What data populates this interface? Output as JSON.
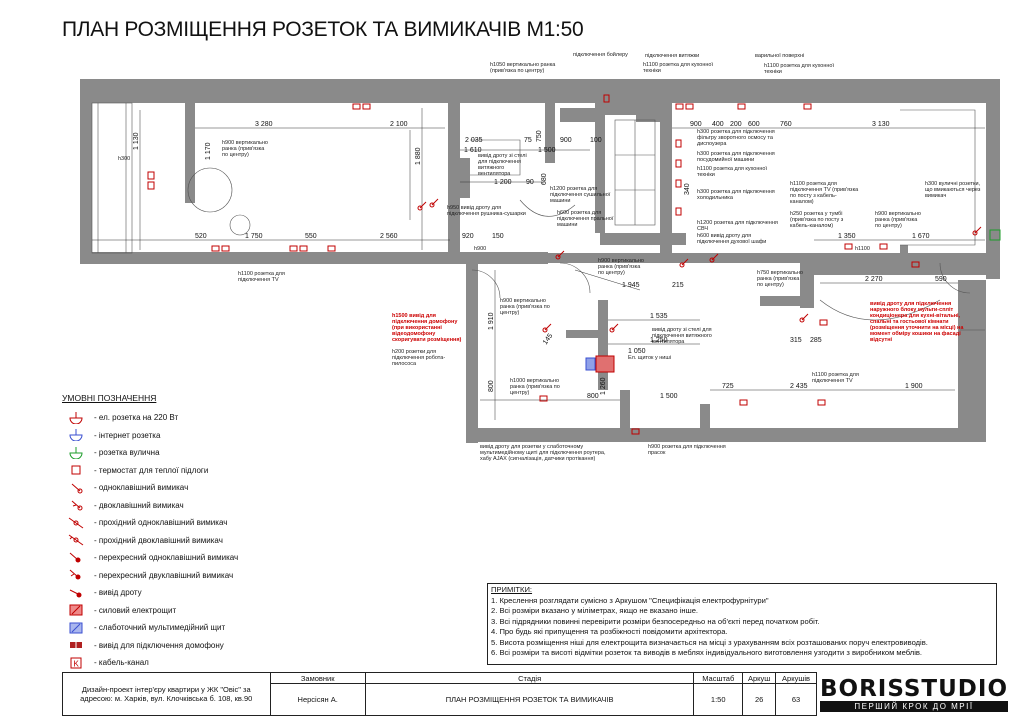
{
  "sheet_title": "ПЛАН РОЗМІЩЕННЯ РОЗЕТОК ТА ВИМИКАЧІВ М1:50",
  "plan": {
    "dimensions": [
      "3 280",
      "2 100",
      "1 130",
      "1 170",
      "1 880",
      "2 035",
      "1 610",
      "1 500",
      "1 200",
      "90",
      "680",
      "750",
      "900",
      "100",
      "75",
      "520",
      "1 750",
      "550",
      "2 560",
      "920",
      "150",
      "900",
      "400",
      "200",
      "600",
      "760",
      "3 130",
      "1 350",
      "1 670",
      "2 270",
      "590",
      "1 945",
      "215",
      "1 535",
      "1 250",
      "1 050",
      "1 260",
      "800",
      "1 500",
      "725",
      "2 435",
      "1 900",
      "1 910",
      "800",
      "315",
      "285",
      "340",
      "145"
    ],
    "annotations": {
      "a1": "h1050 вертикально ранка (прив'язка по центру)",
      "a2": "підключення бойлеру",
      "a3": "підключення витяжки",
      "a4": "h1100 розетка для кухонної техніки",
      "a5": "варильної поверхні",
      "a6": "h1100 розетка для кухонної техніки",
      "a7": "h900 вертикально ранка (прив'язка по центру)",
      "a8": "вивід дроту зі стелі для підключення витяжного вентилятора",
      "a9": "h1200 розетка для підключення сушильної машини",
      "a10": "h600 розетка для підключення пральної машини",
      "a11": "h950 вивід дроту для підключення рушника-сушарки",
      "a12": "h300 розетка для підключення фільтру зворотного осмосу та диспоузера",
      "a13": "h300 розетка для підключення посудомийної машини",
      "a14": "h1100 розетка для кухонної техніки",
      "a15": "h300 розетка для підключення холодильника",
      "a16": "h1200 розетка для підключення СВЧ",
      "a17": "h600 вивід дроту для підключення духової шафи",
      "a18": "h1100 розетка для підключення TV (прив'язка по посту з кабель-каналом)",
      "a19": "h250 розетка у тумбі (прив'язка по посту з кабель-каналом)",
      "a20": "h300 вуличні розетки, що вмикаються через вимикач",
      "a21": "h900 вертикально ранка (прив'язка по центру)",
      "a22": "h900 вертикально ранка (прив'язка по центру)",
      "a23": "h750 вертикально ранка (прив'язка по центру)",
      "a24": "вивід дроту для підключення наружного блоку мульти-спліт кондиціонера для кухні-вітальні, спальні та гостьової кімнати (розміщення уточнити на місці) на момент обміру кошики на фасаді відсутні",
      "a25": "h1100 розетка для підключення TV",
      "a26": "h900 вертикально ранка (прив'язка по центру)",
      "a27": "h1500 вивід для підключення домофону (при використанні відеодомофону скоригувати розміщення)",
      "a28": "h200 розетки для підключення робота-пилососа",
      "a29": "вивід дроту зі стелі для підключення витяжного вентилятора",
      "a30": "Ел. щиток у ниші",
      "a31": "h1000 вертикально ранка (прив'язка по центру)",
      "a32": "вивід дроту для розетки у слаботочному мультимедійному щиті для підключення роутера, хабу AJAX (сигналізація, датчики протікання)",
      "a33": "h900 розетка для підключення прасок",
      "a34": "h1100 розетка для підключення TV",
      "a35": "h300",
      "a36": "h900",
      "a37": "h1100"
    }
  },
  "legend": {
    "title": "УМОВНІ ПОЗНАЧЕННЯ",
    "items": [
      {
        "label": "- ел. розетка на 220 Вт",
        "icon": "socket-icon",
        "color": "#c00000"
      },
      {
        "label": "- інтернет розетка",
        "icon": "internet-socket-icon",
        "color": "#3a4fd0"
      },
      {
        "label": "- розетка вулична",
        "icon": "outdoor-socket-icon",
        "color": "#1c9c2a"
      },
      {
        "label": "- термостат для теплої підлоги",
        "icon": "thermostat-icon",
        "color": "#c00000"
      },
      {
        "label": "- одноклавішний вимикач",
        "icon": "single-switch-icon",
        "color": "#c00000"
      },
      {
        "label": "- двоклавішний вимикач",
        "icon": "double-switch-icon",
        "color": "#c00000"
      },
      {
        "label": "- прохідний одноклавішний вимикач",
        "icon": "pass-single-switch-icon",
        "color": "#c00000"
      },
      {
        "label": "- прохідний двоклавішний вимикач",
        "icon": "pass-double-switch-icon",
        "color": "#c00000"
      },
      {
        "label": "- перехресний одноклавішний вимикач",
        "icon": "cross-single-switch-icon",
        "color": "#c00000"
      },
      {
        "label": "- перехресний двуклавішний вимикач",
        "icon": "cross-double-switch-icon",
        "color": "#c00000"
      },
      {
        "label": "- вивід дроту",
        "icon": "wire-outlet-icon",
        "color": "#c00000"
      },
      {
        "label": "- силовий електрощит",
        "icon": "power-panel-icon",
        "color": "#c00000"
      },
      {
        "label": "- слаботочний мультимедійний щит",
        "icon": "media-panel-icon",
        "color": "#3a4fd0"
      },
      {
        "label": "- вивід для підключення домофону",
        "icon": "intercom-icon",
        "color": "#c00000"
      },
      {
        "label": "- кабель-канал",
        "icon": "cable-channel-icon",
        "color": "#c00000"
      }
    ]
  },
  "notes": {
    "title": "ПРИМІТКИ:",
    "items": [
      "1. Креслення розглядати сумісно з Аркушом \"Специфікація електрофурнітури\"",
      "2. Всі розміри вказано у міліметрах, якщо не вказано інше.",
      "3. Всі підрядники повинні перевірити розміри безпосередньо на об'єкті перед початком робіт.",
      "4. Про будь які припущення та розбіжності повідомити архітектора.",
      "5. Висота розміщення ніші для електрощита визначається на місці з урахуванням всіх розташованих поруч електровиводів.",
      "6. Всі розміри та висоті відмітки розеток та виводів в меблях індивідуального виготовлення узгодити з виробником меблів."
    ]
  },
  "stamp": {
    "project": "Дизайн-проект інтер'єру квартири у ЖК \"Овіс\" за адресою: м. Харків, вул. Клочківська б. 108, кв.90",
    "client_label": "Замовник",
    "client": "Нерсісян А.",
    "stage_label": "Стадія",
    "stage": "ПЛАН РОЗМІЩЕННЯ РОЗЕТОК ТА ВИМИКАЧІВ",
    "scale_label": "Масштаб",
    "scale": "1:50",
    "sheet_label": "Аркуш",
    "sheet": "26",
    "sheets_label": "Аркушів",
    "sheets": "63",
    "brand": "BORISSTUDIO",
    "tagline": "ПЕРШИЙ КРОК ДО МРІЇ"
  }
}
